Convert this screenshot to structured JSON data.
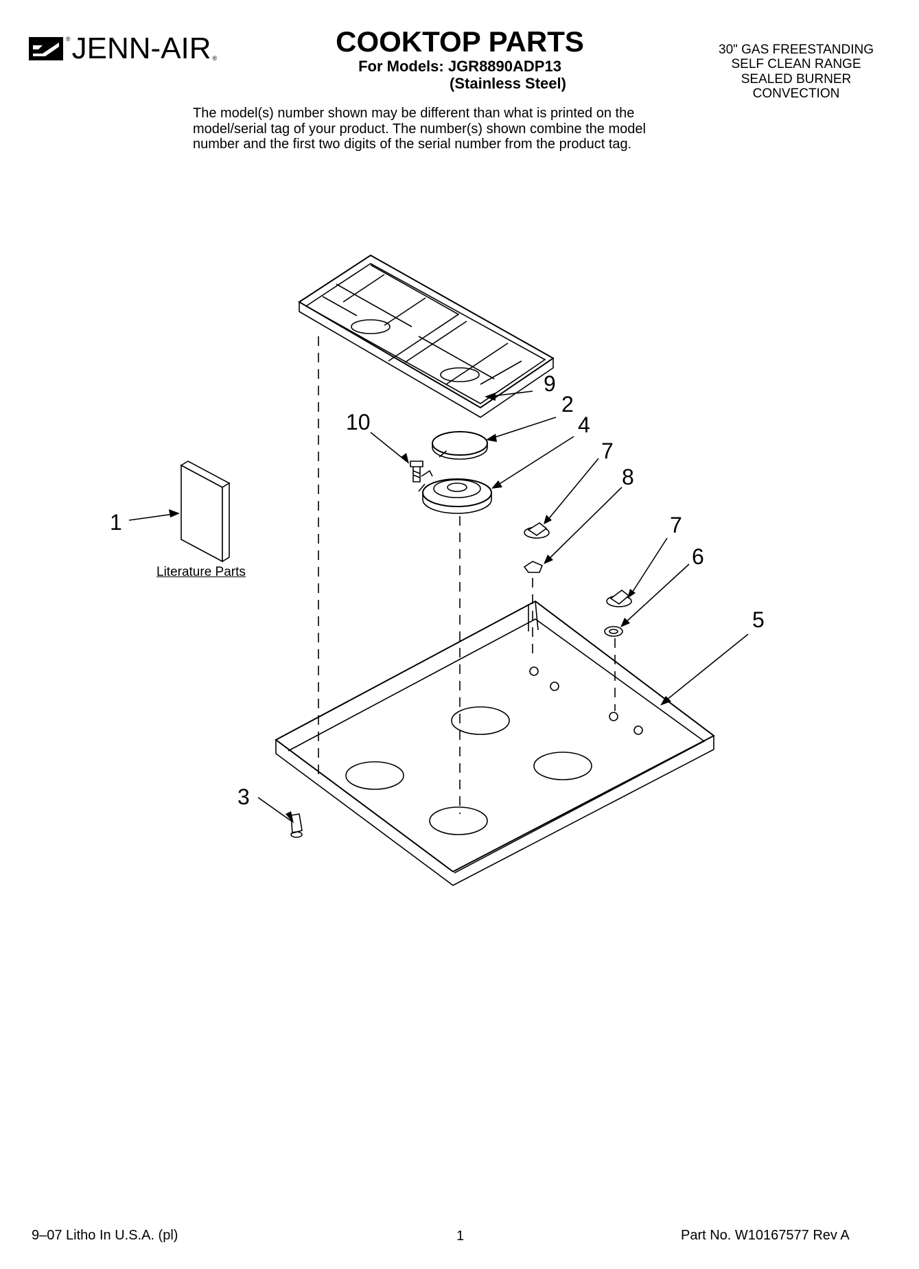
{
  "header": {
    "brand": "JENN-AIR",
    "title": "COOKTOP PARTS",
    "models_line": "For Models: JGR8890ADP13",
    "finish_line": "(Stainless Steel)",
    "product_type": [
      "30\" GAS FREESTANDING",
      "SELF CLEAN RANGE",
      "SEALED BURNER",
      "CONVECTION"
    ]
  },
  "disclaimer": [
    "The model(s) number shown may be different than what is printed on the",
    "model/serial tag of your product. The number(s) shown combine the model",
    "number and the first two digits of the serial number from the product tag."
  ],
  "diagram": {
    "callouts": [
      "1",
      "2",
      "3",
      "4",
      "5",
      "6",
      "7",
      "7",
      "8",
      "9",
      "10"
    ],
    "literature_label": "Literature Parts"
  },
  "footer": {
    "left": "9–07 Litho In U.S.A. (pl)",
    "page": "1",
    "right": "Part No. W10167577 Rev A"
  }
}
